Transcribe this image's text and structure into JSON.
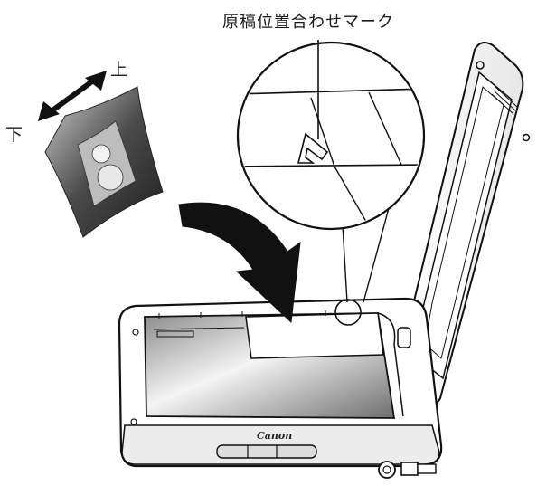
{
  "callout": {
    "label": "原稿位置合わせマーク"
  },
  "orientation": {
    "top_label": "上",
    "bottom_label": "下"
  },
  "scanner": {
    "brand": "Canon"
  }
}
